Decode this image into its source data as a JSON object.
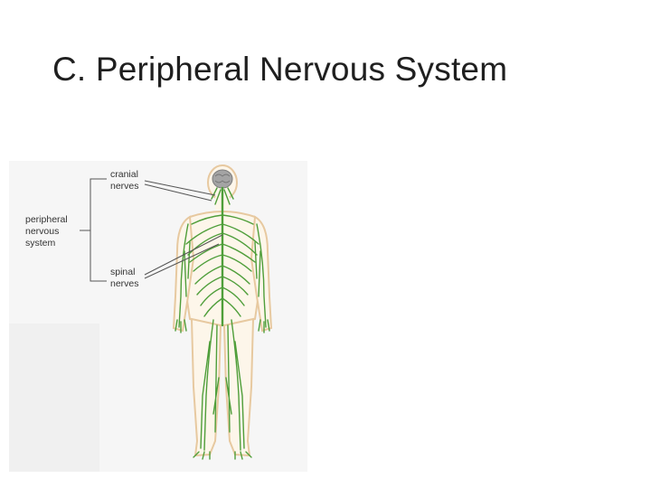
{
  "slide": {
    "title": "C. Peripheral Nervous System"
  },
  "diagram": {
    "labels": {
      "cranial_line1": "cranial",
      "cranial_line2": "nerves",
      "pns_line1": "peripheral",
      "pns_line2": "nervous",
      "pns_line3": "system",
      "spinal_line1": "spinal",
      "spinal_line2": "nerves"
    },
    "colors": {
      "background_panel": "#f3f3f3",
      "skin": "#fdf6ea",
      "skin_outline": "#e7c9a0",
      "nerve": "#4f9e3a",
      "brain": "#9a9a9a",
      "leader_line": "#555555"
    }
  }
}
